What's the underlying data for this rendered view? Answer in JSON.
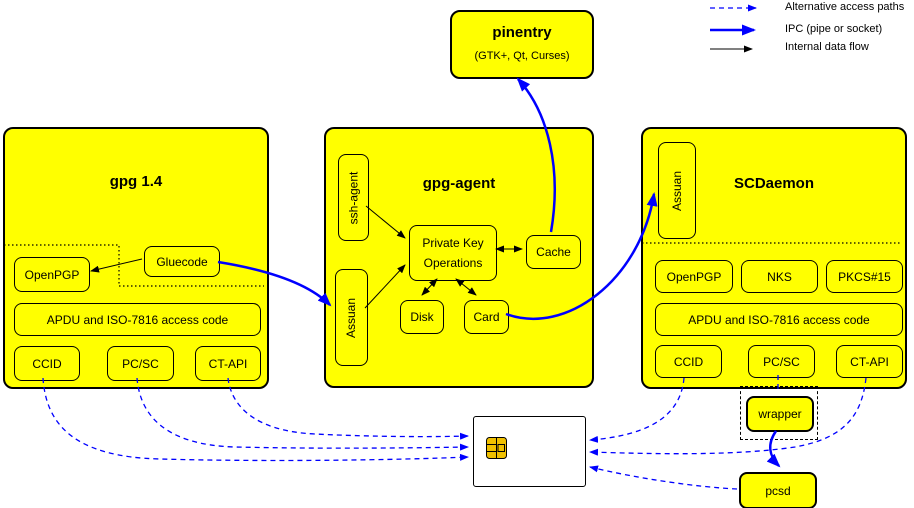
{
  "legend": {
    "items": [
      {
        "label": "Alternative access paths"
      },
      {
        "label": "IPC (pipe or socket)"
      },
      {
        "label": "Internal data flow"
      }
    ]
  },
  "pinentry": {
    "title": "pinentry",
    "subtitle": "(GTK+, Qt, Curses)"
  },
  "gpg14": {
    "title": "gpg 1.4",
    "openpgp": "OpenPGP",
    "gluecode": "Gluecode",
    "apdu": "APDU and ISO-7816 access code",
    "ccid": "CCID",
    "pcsc": "PC/SC",
    "ctapi": "CT-API"
  },
  "gpg_agent": {
    "title": "gpg-agent",
    "ssh_agent": "ssh-agent",
    "assuan": "Assuan",
    "private_key_ops_line1": "Private Key",
    "private_key_ops_line2": "Operations",
    "cache": "Cache",
    "disk": "Disk",
    "card": "Card"
  },
  "scdaemon": {
    "title": "SCDaemon",
    "assuan": "Assuan",
    "openpgp": "OpenPGP",
    "nks": "NKS",
    "pkcs15": "PKCS#15",
    "apdu": "APDU and ISO-7816 access code",
    "ccid": "CCID",
    "pcsc": "PC/SC",
    "ctapi": "CT-API"
  },
  "external": {
    "wrapper": "wrapper",
    "pcsd": "pcsd"
  },
  "colors": {
    "box_fill": "#ffff00",
    "accent_blue": "#0000ff",
    "chip_gold": "#f0c000"
  }
}
